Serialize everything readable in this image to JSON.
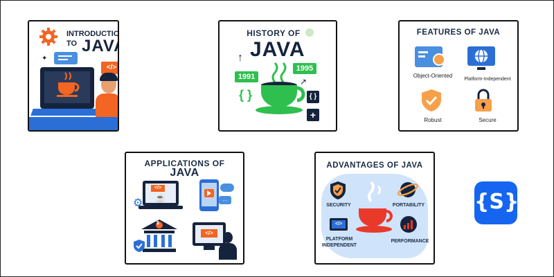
{
  "colors": {
    "navy": "#15233d",
    "orange": "#f26522",
    "green": "#2fbf4f",
    "blue": "#2b6fd6",
    "brand": "#1565f0"
  },
  "cards": {
    "intro": {
      "line1": "INTRODUCTION",
      "line2": "TO",
      "line3": "JAVA",
      "code_tag": "</>"
    },
    "history": {
      "line1": "HISTORY OF",
      "line2": "JAVA",
      "year_start": "1991",
      "year_end": "1995",
      "braces": "{ }",
      "brace_icon": "{ }"
    },
    "features": {
      "title": "FEATURES OF JAVA",
      "items": [
        "Object-Oriented",
        "Platform-Independent",
        "Robust",
        "Secure"
      ]
    },
    "applications": {
      "line1": "APPLICATIONS OF",
      "line2": "JAVA",
      "code_tag1": "</>",
      "code_tag2": "</>",
      "coin_symbol": "$"
    },
    "advantages": {
      "title": "ADVANTAGES OF JAVA",
      "items": [
        "SECURITY",
        "PORTABILITY",
        "PLATFORM INDEPENDENT",
        "PERFORMANCE"
      ],
      "code_tag": "</>"
    }
  },
  "brand_logo": {
    "text": "{S}"
  }
}
